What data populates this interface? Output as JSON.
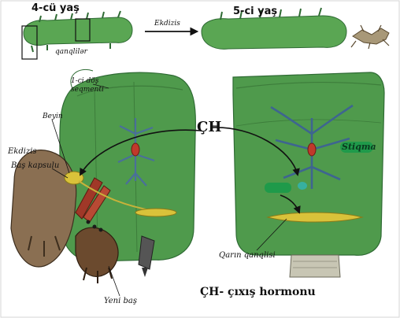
{
  "top": {
    "stage_left": "4-cü yaş",
    "stage_right": "5-ci yaş",
    "ganglia_label": "qanqlilər",
    "molt_label": "Ekdizis"
  },
  "left_panel": {
    "segment_label_1": "1-ci döş",
    "segment_label_2": "seqmenti",
    "brain_label": "Beyin",
    "ecdysis_label": "Ekdizis",
    "head_capsule_label": "Baş kapsulu",
    "new_head_label": "Yeni baş"
  },
  "center": {
    "hormone_abbr": "ÇH"
  },
  "right_panel": {
    "spiracle_label": "Stiqma",
    "ventral_ganglion_label": "Qarın qanqlisi"
  },
  "caption": {
    "abbr": "ÇH",
    "text": "- çıxış hormonu"
  },
  "colors": {
    "body_green": "#4f9a4c",
    "body_dark": "#2f6b34",
    "trachea_blue": "#4a6f9a",
    "ganglion_yellow": "#d9c23a",
    "spiracle_red": "#c0392b",
    "tag_green": "#1f9a4a"
  }
}
